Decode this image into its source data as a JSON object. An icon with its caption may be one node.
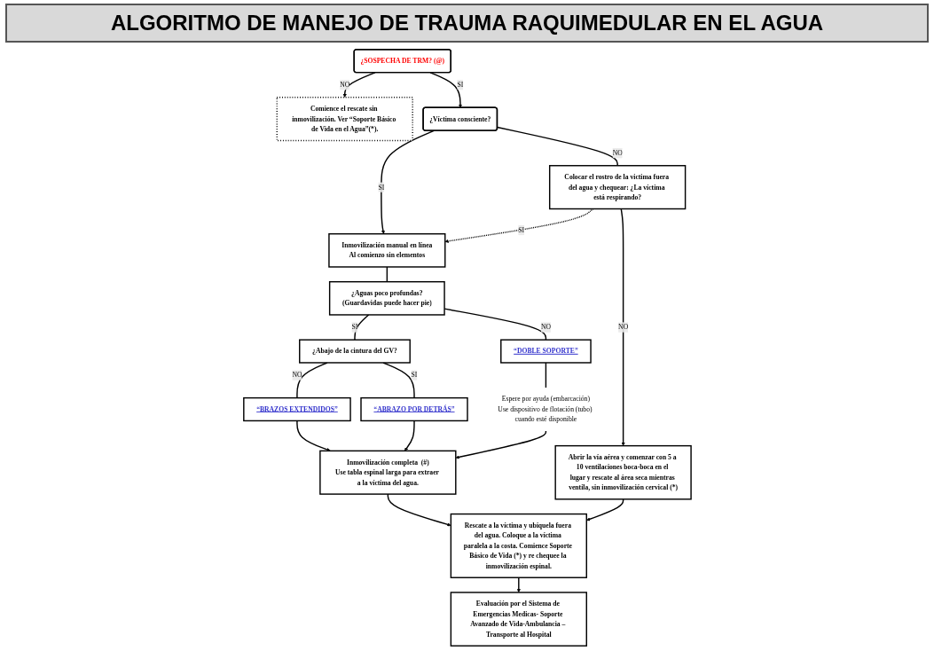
{
  "diagram": {
    "title": "ALGORITMO DE MANEJO DE TRAUMA RAQUIMEDULAR EN EL AGUA",
    "nodes": [
      {
        "text": [
          "¿SOSPECHA DE TRM? (@)"
        ]
      },
      {
        "text": [
          "Comience el rescate sin inmovilización. Ver “Soporte Básico de Vida en el Agua”(*)."
        ]
      },
      {
        "text": [
          "¿Víctima consciente?"
        ]
      },
      {
        "text": [
          "Inmovilización manual en línea",
          "Al comienzo sin elementos"
        ]
      },
      {
        "text": [
          "Colocar el rostro de la victima fuera del agua y chequear: ¿La víctima está respirando?"
        ]
      },
      {
        "text": [
          "¿Aguas poco profundas?",
          "(Guardavidas puede hacer pie)"
        ]
      },
      {
        "text": [
          "¿Abajo de la cintura del GV?"
        ]
      },
      {
        "text": [
          "“DOBLE SOPORTE”"
        ]
      },
      {
        "text": [
          "“BRAZOS EXTENDIDOS”"
        ]
      },
      {
        "text": [
          "“ABRAZO POR DETRÁS”"
        ]
      },
      {
        "text": [
          "Espere por ayuda (embarcación)",
          "Use dispositivo de flotación (tubo) cuando esté disponible"
        ]
      },
      {
        "text": [
          "Abrir la vía aérea y comenzar con 5 a 10 ventilaciones boca-boca en el lugar y rescate al área seca mientras ventila, sin inmovilización cervical (*)"
        ]
      },
      {
        "text": [
          "Inmovilización completa  (#)",
          "Use tabla espinal larga para extraer a la víctima del agua."
        ]
      },
      {
        "text": [
          "Rescate a la víctima y ubíquela fuera del agua. Coloque a la víctima paralela a la costa. Comience Soporte Básico de Vida (*) y re chequee la inmovilización espinal."
        ]
      },
      {
        "text": [
          "Evaluación por el Sistema de Emergencias Medicas- Soporte Avanzado de Vida-Ambulancia – Transporte al Hospital"
        ]
      }
    ],
    "edges": [
      {
        "from": 0,
        "to": 1,
        "arrow": "to",
        "label": "NO"
      },
      {
        "from": 0,
        "to": 2,
        "arrow": "to",
        "label": "SI"
      },
      {
        "from": 2,
        "to": 3,
        "arrow": "to",
        "label": "SI"
      },
      {
        "from": 2,
        "to": 4,
        "arrow": "none",
        "label": "NO"
      },
      {
        "from": 4,
        "to": 3,
        "arrow": "to",
        "label": "SI",
        "style": "dashed"
      },
      {
        "from": 3,
        "to": 5,
        "arrow": "none"
      },
      {
        "from": 5,
        "to": 6,
        "arrow": "none",
        "label": "SI"
      },
      {
        "from": 5,
        "to": 7,
        "arrow": "none",
        "label": "NO"
      },
      {
        "from": 6,
        "to": 8,
        "arrow": "none",
        "label": "NO"
      },
      {
        "from": 6,
        "to": 9,
        "arrow": "none",
        "label": "SI"
      },
      {
        "from": 7,
        "to": 10,
        "arrow": "none"
      },
      {
        "from": 8,
        "to": 12,
        "arrow": "to"
      },
      {
        "from": 9,
        "to": 12,
        "arrow": "to"
      },
      {
        "from": 10,
        "to": 12,
        "arrow": "to"
      },
      {
        "from": 4,
        "to": 11,
        "arrow": "to",
        "label": "NO"
      },
      {
        "from": 12,
        "to": 13,
        "arrow": "to"
      },
      {
        "from": 11,
        "to": 13,
        "arrow": "to"
      },
      {
        "from": 13,
        "to": 14,
        "arrow": "to"
      }
    ]
  }
}
